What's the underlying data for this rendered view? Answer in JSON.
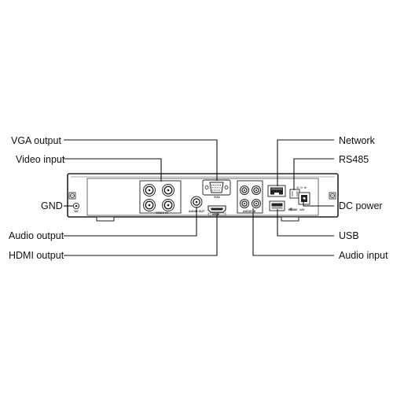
{
  "labels": {
    "vga_output": "VGA output",
    "video_input": "Video input",
    "gnd": "GND",
    "audio_output": "Audio output",
    "hdmi_output": "HDMI output",
    "network": "Network",
    "rs485": "RS485",
    "dc_power": "DC power",
    "usb": "USB",
    "audio_input": "Audio input"
  },
  "panel_text": {
    "vga": "VGA",
    "video_in": "VIDEO IN",
    "audio_out": "AUDIO OUT",
    "hdmi": "HDMI",
    "audio_in": "AUDIO IN",
    "rs485": "RS485",
    "dc12v": "12V"
  }
}
